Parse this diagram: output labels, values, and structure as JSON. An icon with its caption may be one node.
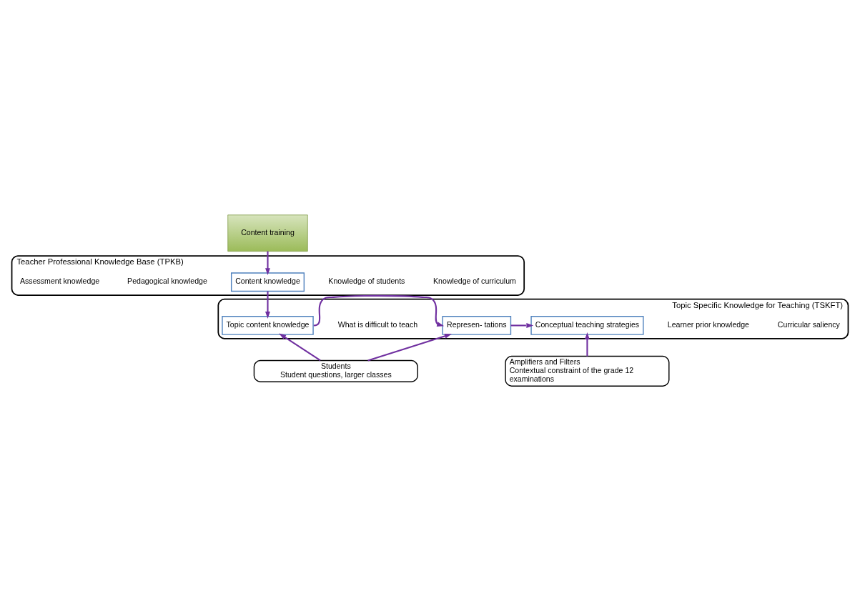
{
  "diagram": {
    "nodes": [
      {
        "text": [
          "Content training"
        ]
      },
      {
        "text": [
          "Teacher Professional Knowledge Base (TPKB)"
        ]
      },
      {
        "text": [
          "Assessment knowledge"
        ],
        "in": 1
      },
      {
        "text": [
          "Pedagogical knowledge"
        ],
        "in": 1
      },
      {
        "text": [
          "Content knowledge"
        ],
        "in": 1
      },
      {
        "text": [
          "Knowledge of students"
        ],
        "in": 1
      },
      {
        "text": [
          "Knowledge of curriculum"
        ],
        "in": 1
      },
      {
        "text": [
          "Topic Specific Knowledge for Teaching (TSKFT)"
        ]
      },
      {
        "text": [
          "Topic content knowledge"
        ],
        "in": 7
      },
      {
        "text": [
          "What is difficult to teach"
        ],
        "in": 7
      },
      {
        "text": [
          "Represen- tations"
        ],
        "in": 7
      },
      {
        "text": [
          "Conceptual teaching strategies"
        ],
        "in": 7
      },
      {
        "text": [
          "Learner prior knowledge"
        ],
        "in": 7
      },
      {
        "text": [
          "Curricular saliency"
        ],
        "in": 7
      },
      {
        "text": [
          "Students",
          "Student questions, larger classes"
        ]
      },
      {
        "text": [
          "Amplifiers and Filters",
          "Contextual constraint of the grade 12 examinations"
        ]
      }
    ],
    "edges": [
      {
        "from": 0,
        "to": 4,
        "arrow": "to"
      },
      {
        "from": 4,
        "to": 8,
        "arrow": "to"
      },
      {
        "from": 8,
        "to": 10,
        "arrow": "to"
      },
      {
        "from": 10,
        "to": 11,
        "arrow": "to"
      },
      {
        "from": 14,
        "to": 8,
        "arrow": "to"
      },
      {
        "from": 14,
        "to": 10,
        "arrow": "to"
      },
      {
        "from": 15,
        "to": 11,
        "arrow": "to"
      }
    ]
  }
}
